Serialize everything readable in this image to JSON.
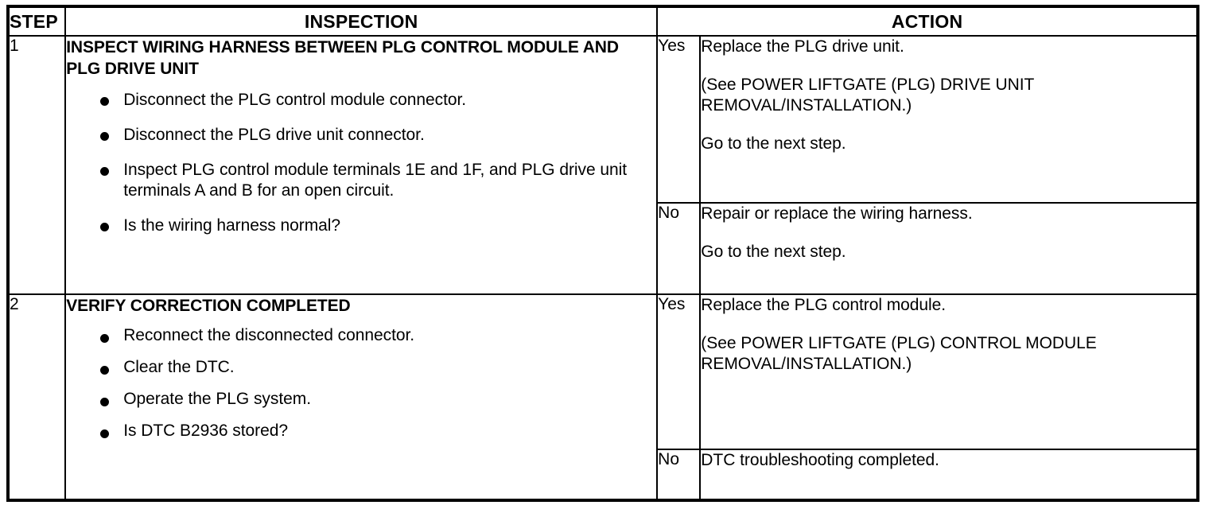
{
  "table": {
    "headers": {
      "step": "STEP",
      "inspection": "INSPECTION",
      "action": "ACTION"
    },
    "rows": [
      {
        "step": "1",
        "inspection": {
          "title": "INSPECT WIRING HARNESS BETWEEN PLG CONTROL MODULE AND PLG DRIVE UNIT",
          "bullets": [
            "Disconnect the PLG control module connector.",
            "Disconnect the PLG drive unit connector.",
            "Inspect PLG control module terminals 1E and 1F, and PLG drive unit terminals A and B for an open circuit.",
            "Is the wiring harness normal?"
          ]
        },
        "outcomes": [
          {
            "label": "Yes",
            "lines": [
              "Replace the PLG drive unit.",
              "(See POWER LIFTGATE (PLG) DRIVE UNIT REMOVAL/INSTALLATION.)",
              "Go to the next step."
            ]
          },
          {
            "label": "No",
            "lines": [
              "Repair or replace the wiring harness.",
              "Go to the next step."
            ]
          }
        ]
      },
      {
        "step": "2",
        "inspection": {
          "title": "VERIFY CORRECTION COMPLETED",
          "bullets": [
            "Reconnect the disconnected connector.",
            "Clear the DTC.",
            "Operate the PLG system.",
            "Is DTC B2936 stored?"
          ]
        },
        "outcomes": [
          {
            "label": "Yes",
            "lines": [
              "Replace the PLG control module.",
              "(See POWER LIFTGATE (PLG) CONTROL MODULE REMOVAL/INSTALLATION.)"
            ]
          },
          {
            "label": "No",
            "lines": [
              "DTC troubleshooting completed."
            ]
          }
        ]
      }
    ]
  },
  "colors": {
    "border": "#000000",
    "text": "#000000",
    "background": "#ffffff"
  }
}
